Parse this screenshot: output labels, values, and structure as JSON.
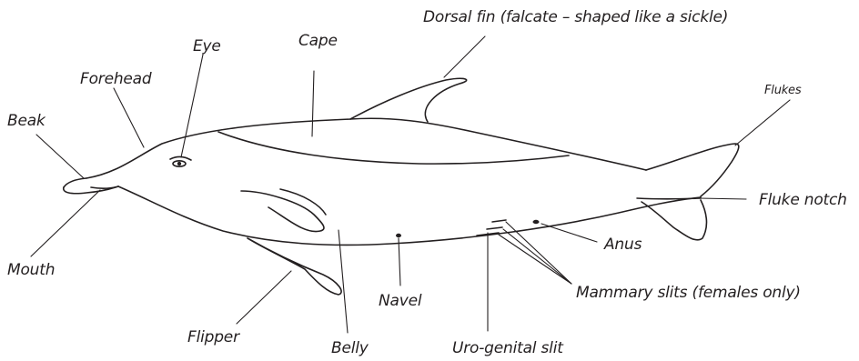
{
  "diagram": {
    "labels": {
      "dorsal_fin": "Dorsal fin (falcate – shaped like a sickle)",
      "eye": "Eye",
      "cape": "Cape",
      "forehead": "Forehead",
      "beak": "Beak",
      "flukes": "Flukes",
      "fluke_notch": "Fluke notch",
      "mouth": "Mouth",
      "anus": "Anus",
      "navel": "Navel",
      "mammary_slits": "Mammary slits (females only)",
      "flipper": "Flipper",
      "belly": "Belly",
      "uro_genital_slit": "Uro-genital slit"
    },
    "colors": {
      "line": "#231f20",
      "background": "#ffffff"
    }
  }
}
